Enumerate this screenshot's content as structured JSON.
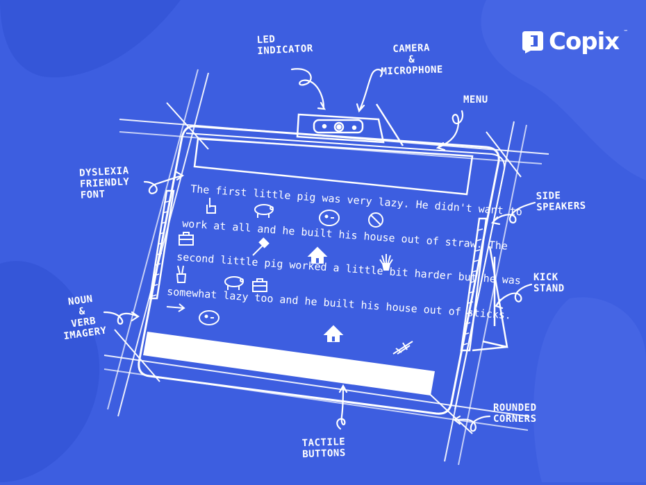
{
  "brand": {
    "name": "Copix",
    "trademark": "™"
  },
  "annotations": {
    "led": "Led\nIndicator",
    "camera": "Camera\n&\nMicrophone",
    "menu": "Menu",
    "dyslexia": "Dyslexia\nFriendly\nFont",
    "speakers": "Side\nSpeakers",
    "kickstand": "Kick\nStand",
    "imagery": "Noun\n&\nVerb\nImagery",
    "corners": "Rounded\nCorners",
    "buttons": "Tactile\nButtons"
  },
  "story_lines": [
    "The first little pig was very lazy. He didn't want to",
    "work at all and he built his house out of straw. The",
    "second little pig worked a little bit harder but he was",
    "somewhat lazy too and he built his house out of sticks."
  ],
  "icons": [
    "finger-up-icon",
    "pig-icon",
    "blob-face-icon",
    "no-entry-icon",
    "briefcase-icon",
    "hammer-icon",
    "house-icon",
    "straw-icon",
    "peace-hand-icon",
    "pig-icon",
    "briefcase-icon",
    "arrow-right-icon",
    "blob-face-icon",
    "house-icon",
    "sticks-icon"
  ],
  "colors": {
    "background": "#3d5ee0",
    "line": "#ffffff"
  }
}
